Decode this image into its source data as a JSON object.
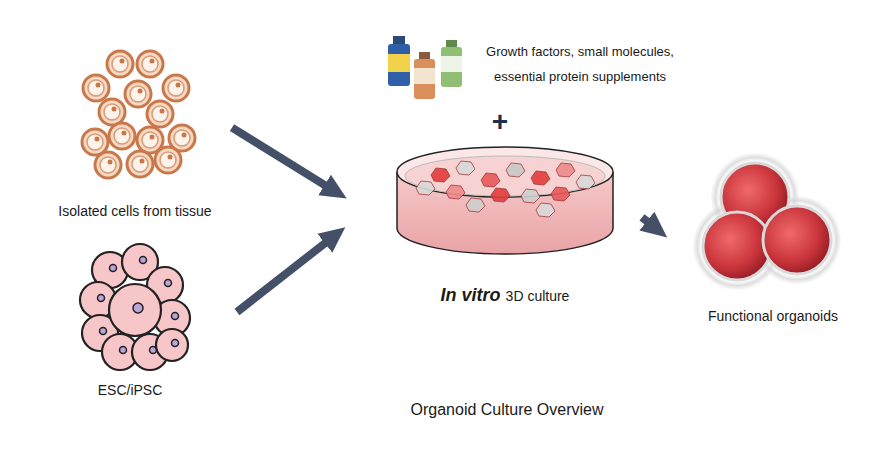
{
  "diagram": {
    "title": "Organoid Culture Overview",
    "nodes": [
      {
        "text": [
          "Isolated cells from tissue"
        ]
      },
      {
        "text": [
          "ESC/iPSC"
        ]
      },
      {
        "text": [
          "In vitro",
          "3D culture"
        ]
      },
      {
        "text": [
          "Functional organoids"
        ]
      }
    ],
    "edges": [
      {
        "from": 0,
        "to": 2,
        "arrow": "to"
      },
      {
        "from": 1,
        "to": 2,
        "arrow": "to"
      },
      {
        "from": 2,
        "to": 3,
        "arrow": "to"
      }
    ],
    "labels": [
      "Growth factors, small molecules, essential protein supplements",
      "+"
    ]
  }
}
